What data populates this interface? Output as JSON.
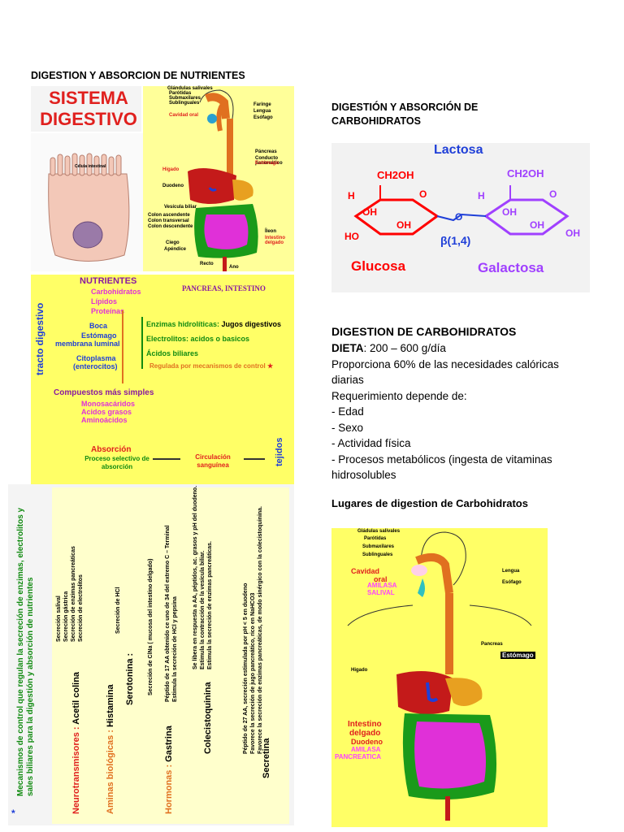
{
  "left": {
    "heading": "DIGESTION Y ABSORCION DE NUTRIENTES",
    "sistema_title_1": "SISTEMA",
    "sistema_title_2": "DIGESTIVO",
    "cell_label": "Célula intestinal",
    "anatomy_labels": [
      "Glándulas salivales",
      "Parótidas",
      "Submaxilares",
      "Sublinguales",
      "Cavidad oral",
      "Faringe",
      "Lengua",
      "Esófago",
      "Páncreas",
      "Conducto pancreático",
      "Estómago",
      "Hígado",
      "Duodeno",
      "Vesícula biliar",
      "Intestino delgado",
      "Colon ascendente",
      "Colon transversal",
      "Colon descendente",
      "Ciego",
      "Apéndice",
      "Recto",
      "Ano",
      "Íleon"
    ],
    "nutrients": {
      "title": "NUTRIENTES",
      "items": [
        "Carbohidratos",
        "Lípidos",
        "Proteínas"
      ],
      "pancreas": "PANCREAS, INTESTINO",
      "side_label": "tracto digestivo",
      "path": [
        "Boca",
        "Estómago",
        "membrana luminal"
      ],
      "citoplasma": "Citoplasma",
      "enterocitos": "(enterocitos)",
      "enzimas_label": "Enzimas hidrolíticas:",
      "enzimas_value": "Jugos digestivos",
      "electrolitos": "Electrolitos: acidos o basicos",
      "acidos": "Ácidos biliares",
      "regulada": "Regulada por mecanismos de control",
      "compuestos": "Compuestos más simples",
      "simples": [
        "Monosacáridos",
        "Acidos grasos",
        "Aminoácidos"
      ],
      "absorcion": "Absorción",
      "proceso": "Proceso selectivo de absorción",
      "circulacion": "Circulación sanguínea",
      "tejidos": "tejidos"
    },
    "hormones": {
      "main": "Mecanismos de control que regulan la secreción de enzimas, electrolitos y sales biliares para la digestión y absorción de nutrientes",
      "neuro_label": "Neurotransmisores :",
      "neuro_value": "Acetil colina",
      "neuro_effects": [
        "Secreción salival",
        "Secreción gástrica",
        "Secreción de enzimas pancreáticas",
        "Secreción de electrolitos"
      ],
      "aminas_label": "Aminas biológicas :",
      "histamina": "Histamina",
      "histamina_effect": "Secreción de HCl",
      "serotonina": "Serotonina :",
      "serotonina_effect": "Secreción de ClNa ( mucosa del intestino delgado)",
      "hormonas_label": "Hormonas :",
      "gastrina": "Gastrina",
      "gastrina_effect": [
        "Péptido de 17 AA obtenido ce uno de 34 del extremo C – Terminal",
        "Estimula la secreción de HCl y pepsina"
      ],
      "colecisto": "Colecistoquinina",
      "colecisto_effect": [
        "Se libera en respuesta a AA, péptidos, ac. grasos y pH del duodeno.",
        "Estimula la contracción de la vesícula biliar.",
        "Estimula la secreción de enzimas pancreáticas."
      ],
      "secretina": "Secretina",
      "secretina_effect": [
        "Péptido de 27 AA, secreción estimulada por pH < 5 en duodeno",
        "Favorece la secreción de jugo pancreático, rico en NaHCO3",
        "Favorece la secreción de enzimas pancreáticas, de modo sinérgico con la colecistoquinina."
      ],
      "star": "*"
    }
  },
  "right": {
    "heading_1": "DIGESTIÓN Y ABSORCIÓN DE",
    "heading_2": "CARBOHIDRATOS",
    "lactose": {
      "title": "Lactosa",
      "ch2oh": "CH2OH",
      "o": "O",
      "h": "H",
      "oh": "OH",
      "ho": "HO",
      "beta": "β(1,4)",
      "glucosa": "Glucosa",
      "galactosa": "Galactosa"
    },
    "digestion_title": "DIGESTION DE CARBOHIDRATOS",
    "dieta_label": "DIETA",
    "dieta_value": ": 200 – 600 g/día",
    "line1": "Proporciona 60% de las necesidades calóricas",
    "line2": "diarias",
    "line3": "Requerimiento depende de:",
    "bullets": [
      "- Edad",
      "- Sexo",
      "- Actividad física",
      "- Procesos metabólicos (ingesta de vitaminas"
    ],
    "bullet_cont": "hidrosolubles",
    "lugares": "Lugares de digestion de Carbohidratos",
    "diagram_labels": {
      "gladulas": "Gládulas salivales",
      "parotidas": "Parótidas",
      "submaxilares": "Submaxilares",
      "sublinguales": "Sublinguales",
      "cavidad": "Cavidad",
      "oral": "oral",
      "amilasa_salival_1": "AMILASA",
      "amilasa_salival_2": "SALIVAL",
      "lengua": "Lengua",
      "esofago": "Esófago",
      "pancreas": "Pancreas",
      "estomago": "Estómago",
      "higado": "Higado",
      "intestino": "Intestino",
      "delgado": "delgado",
      "duodeno": "Duodeno",
      "amilasa_panc_1": "AMILASA",
      "amilasa_panc_2": "PANCREATICA"
    }
  },
  "colors": {
    "red": "#e0201e",
    "purple": "#8a1aa0",
    "green": "#118a11",
    "blue": "#1f3fd8",
    "yellow": "#ffff66"
  }
}
